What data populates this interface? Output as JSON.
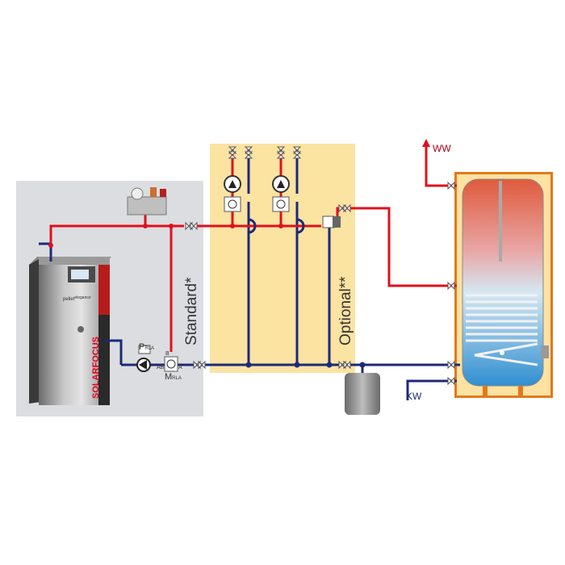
{
  "labels": {
    "ww": "WW",
    "kw": "KW",
    "standard": "Standard*",
    "optional": "Optional**",
    "p_main": "P",
    "p_sub": "RLA",
    "m_main": "M",
    "m_sub": "RLA",
    "port_b": "B",
    "port_ab": "AB",
    "port_a": "A"
  },
  "boiler": {
    "brand": "SOLARFOCUS",
    "model": "pellet",
    "model_sup": "elegance"
  },
  "colors": {
    "flow_pipe": "#e0101c",
    "return_pipe": "#1c2a78",
    "modules_panel": "#fbe3a2",
    "boiler_panel": "#dcdde1",
    "brand": "#e3001b"
  }
}
